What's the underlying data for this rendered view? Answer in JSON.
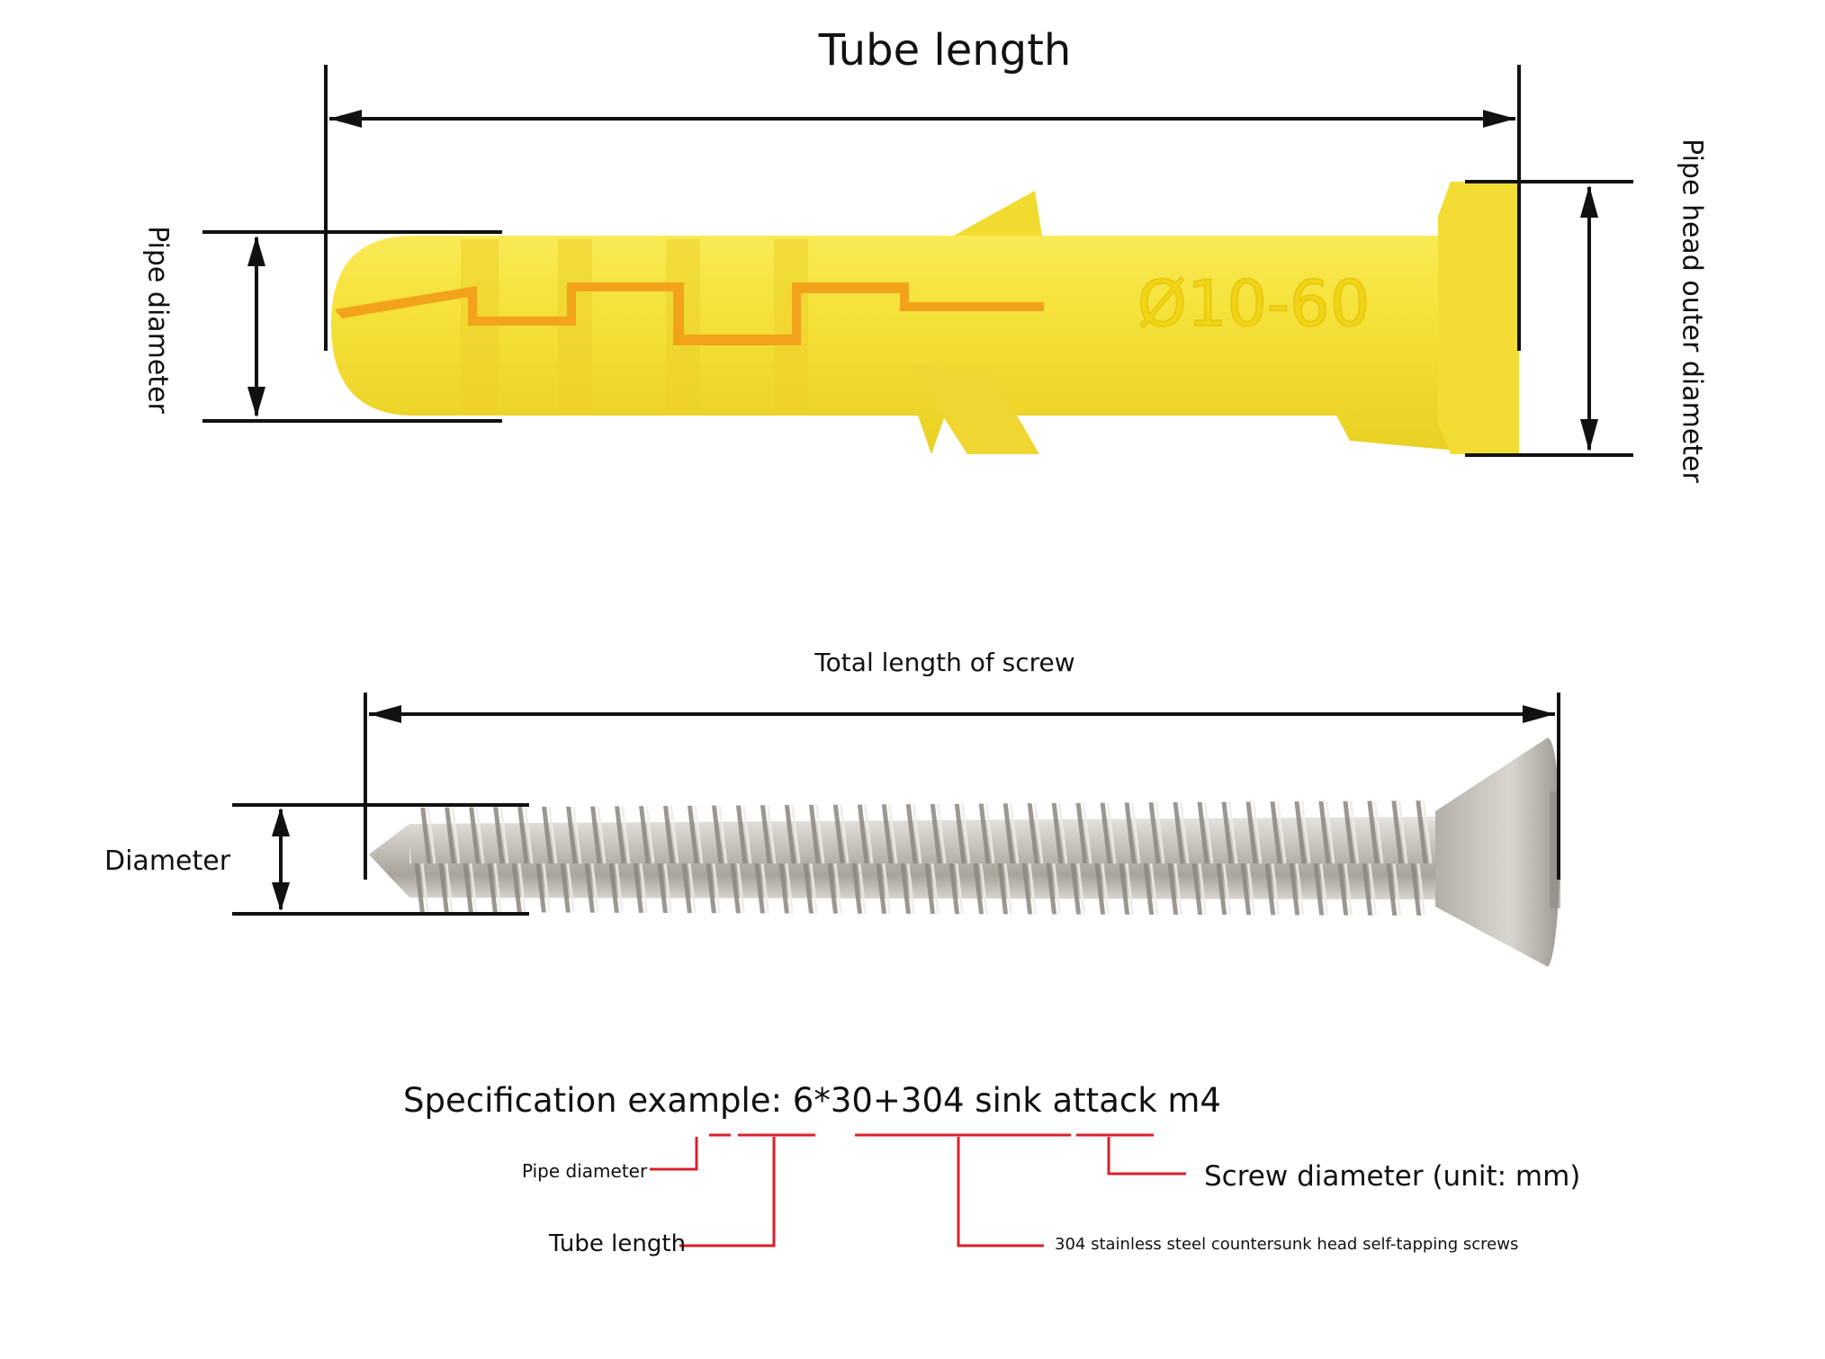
{
  "labels": {
    "tube_length_title": "Tube length",
    "pipe_diameter_vertical": "Pipe diameter",
    "head_outer_diameter_vertical": "Pipe head outer diameter",
    "stamp_text": "Ø10-60",
    "total_screw_length": "Total length of screw",
    "diameter": "Diameter"
  },
  "spec": {
    "example": "Specification example: 6*30+304 sink attack m4",
    "callouts": {
      "pipe_diameter": "Pipe diameter",
      "tube_length": "Tube length",
      "stainless": "304 stainless steel countersunk head self-tapping screws",
      "screw_diameter": "Screw diameter (unit: mm)"
    }
  },
  "colors": {
    "anchor_yellow": "#f6e33a",
    "anchor_orange": "#f2a21b",
    "screw_steel": "#b9b5ae",
    "callout_red": "#d9202a",
    "dimension_line": "#111111"
  }
}
